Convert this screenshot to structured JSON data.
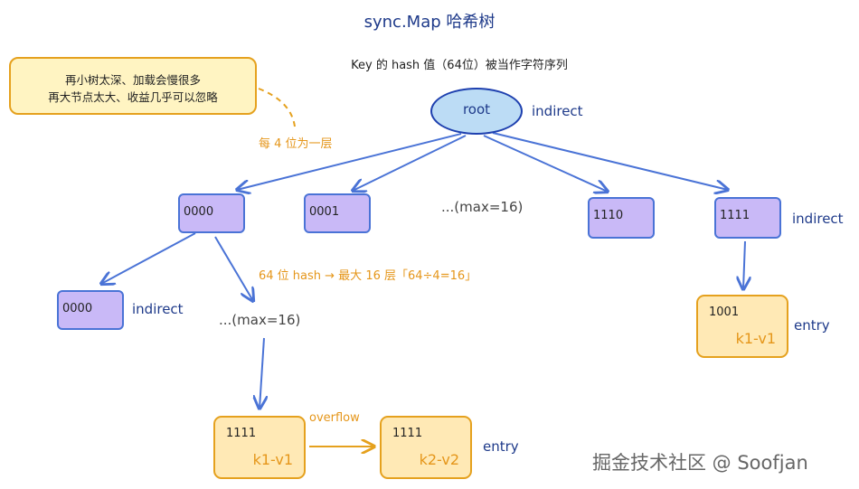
{
  "title": "sync.Map 哈希树",
  "subtitle": "Key 的 hash 值（64位）被当作字符序列",
  "note": {
    "line1": "再小树太深、加载会慢很多",
    "line2": "再大节点太大、收益几乎可以忽略"
  },
  "per_level_label": "每 4 位为一层",
  "root": {
    "label": "root",
    "tag": "indirect"
  },
  "level1": {
    "b0000": "0000",
    "b0001": "0001",
    "ellipsis": "...(max=16)",
    "b1110": "1110",
    "b1111": "1111",
    "b1111_tag": "indirect"
  },
  "depth_label": "64 位 hash → 最大 16 层「64÷4=16」",
  "level2": {
    "b0000": "0000",
    "b0000_tag": "indirect",
    "ellipsis": "...(max=16)"
  },
  "right_entry": {
    "key": "1001",
    "value": "k1-v1",
    "tag": "entry"
  },
  "bottom_entries": {
    "first": {
      "key": "1111",
      "value": "k1-v1"
    },
    "overflow": "overflow",
    "second": {
      "key": "1111",
      "value": "k2-v2"
    },
    "tag": "entry"
  },
  "watermark": "掘金技术社区 @ Soofjan",
  "colors": {
    "blue": "#4a73d6",
    "orange": "#e5a11e",
    "bucket_fill": "#c9b9f7",
    "entry_fill": "#ffe9b5",
    "root_fill": "#bcdcf5"
  }
}
